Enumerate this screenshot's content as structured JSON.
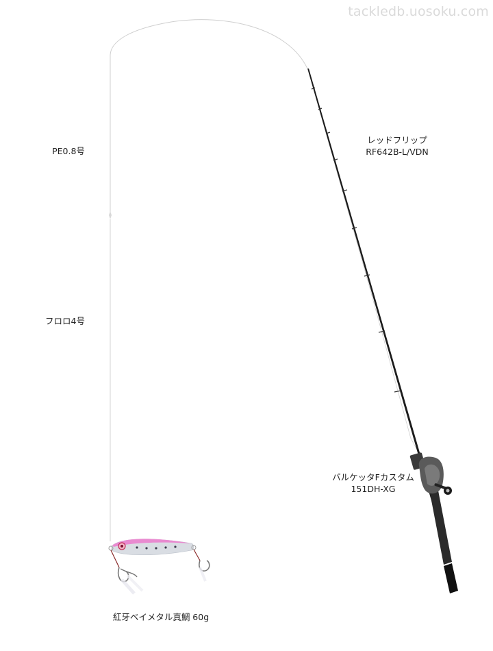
{
  "watermark": "tackledb.uosoku.com",
  "labels": {
    "main_line": "PE0.8号",
    "leader": "フロロ4号",
    "rod_name": "レッドフリップ",
    "rod_model": "RF642B-L/VDN",
    "reel_name": "バルケッタFカスタム",
    "reel_model": "151DH-XG",
    "lure": "紅牙ベイメタル真鯛 60g"
  },
  "colors": {
    "rod": "#1c1c1c",
    "line": "#c8c8c8",
    "reel": "#5a5a5a",
    "lure_back": "#e98ad0",
    "lure_belly": "#d9dde3"
  }
}
